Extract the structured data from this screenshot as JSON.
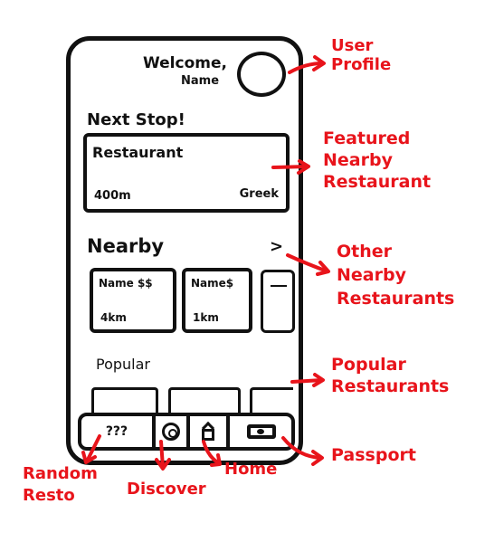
{
  "header": {
    "welcome": "Welcome,",
    "name": "Name"
  },
  "featured": {
    "section_title": "Next Stop!",
    "restaurant": "Restaurant",
    "distance": "400m",
    "cuisine": "Greek"
  },
  "nearby": {
    "section_title": "Nearby",
    "more_arrow": ">",
    "cards": [
      {
        "name": "Name $$",
        "distance": "4km"
      },
      {
        "name": "Name$",
        "distance": "1km"
      },
      {
        "name": "",
        "distance": ""
      }
    ]
  },
  "popular": {
    "section_title": "Popular"
  },
  "nav": {
    "random_label": "???"
  },
  "annotations": {
    "user_profile": [
      "User",
      "Profile"
    ],
    "featured": [
      "Featured",
      "Nearby",
      "Restaurant"
    ],
    "other_nearby": [
      "Other",
      "Nearby",
      "Restaurants"
    ],
    "popular": [
      "Popular",
      "Restaurants"
    ],
    "passport": "Passport",
    "random": [
      "Random",
      "Resto"
    ],
    "discover": "Discover",
    "home": "Home"
  },
  "colors": {
    "ink": "#111111",
    "annotation": "#e8141b"
  }
}
